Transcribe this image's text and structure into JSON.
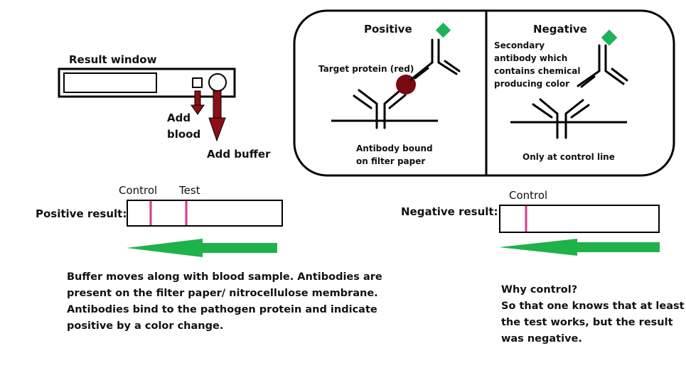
{
  "device": {
    "title": "Result window",
    "add_blood": [
      "Add",
      "blood"
    ],
    "add_buffer": "Add buffer"
  },
  "panel_positive": {
    "title": "Positive",
    "target_label": "Target protein (red)",
    "bottom_caption": [
      "Antibody bound",
      "on filter paper"
    ]
  },
  "panel_negative": {
    "title": "Negative",
    "secondary_label": [
      "Secondary",
      "antibody which",
      "contains chemical",
      "producing color"
    ],
    "bottom_caption": "Only at control line"
  },
  "strip_positive": {
    "label": "Positive result:",
    "control_label": "Control",
    "test_label": "Test"
  },
  "strip_negative": {
    "label": "Negative result:",
    "control_label": "Control"
  },
  "explanation": [
    "Buffer moves along with blood sample. Antibodies are",
    "present on the filter paper/ nitrocellulose membrane.",
    "Antibodies bind to the pathogen protein and indicate",
    "positive by a color change."
  ],
  "why_control": [
    "Why control?",
    "So that one knows that at least",
    "the test works, but the result",
    "was negative."
  ],
  "colors": {
    "arrow_dark_red": "#8b0f14",
    "target_protein": "#7a0a12",
    "secondary_tag": "#1fb25a",
    "flow_arrow": "#1fb24a",
    "test_line": "#d63a8a",
    "outline": "#000000"
  },
  "icons": [
    "flow-arrow-icon",
    "add-arrow-icon",
    "antibody-icon",
    "protein-icon"
  ]
}
